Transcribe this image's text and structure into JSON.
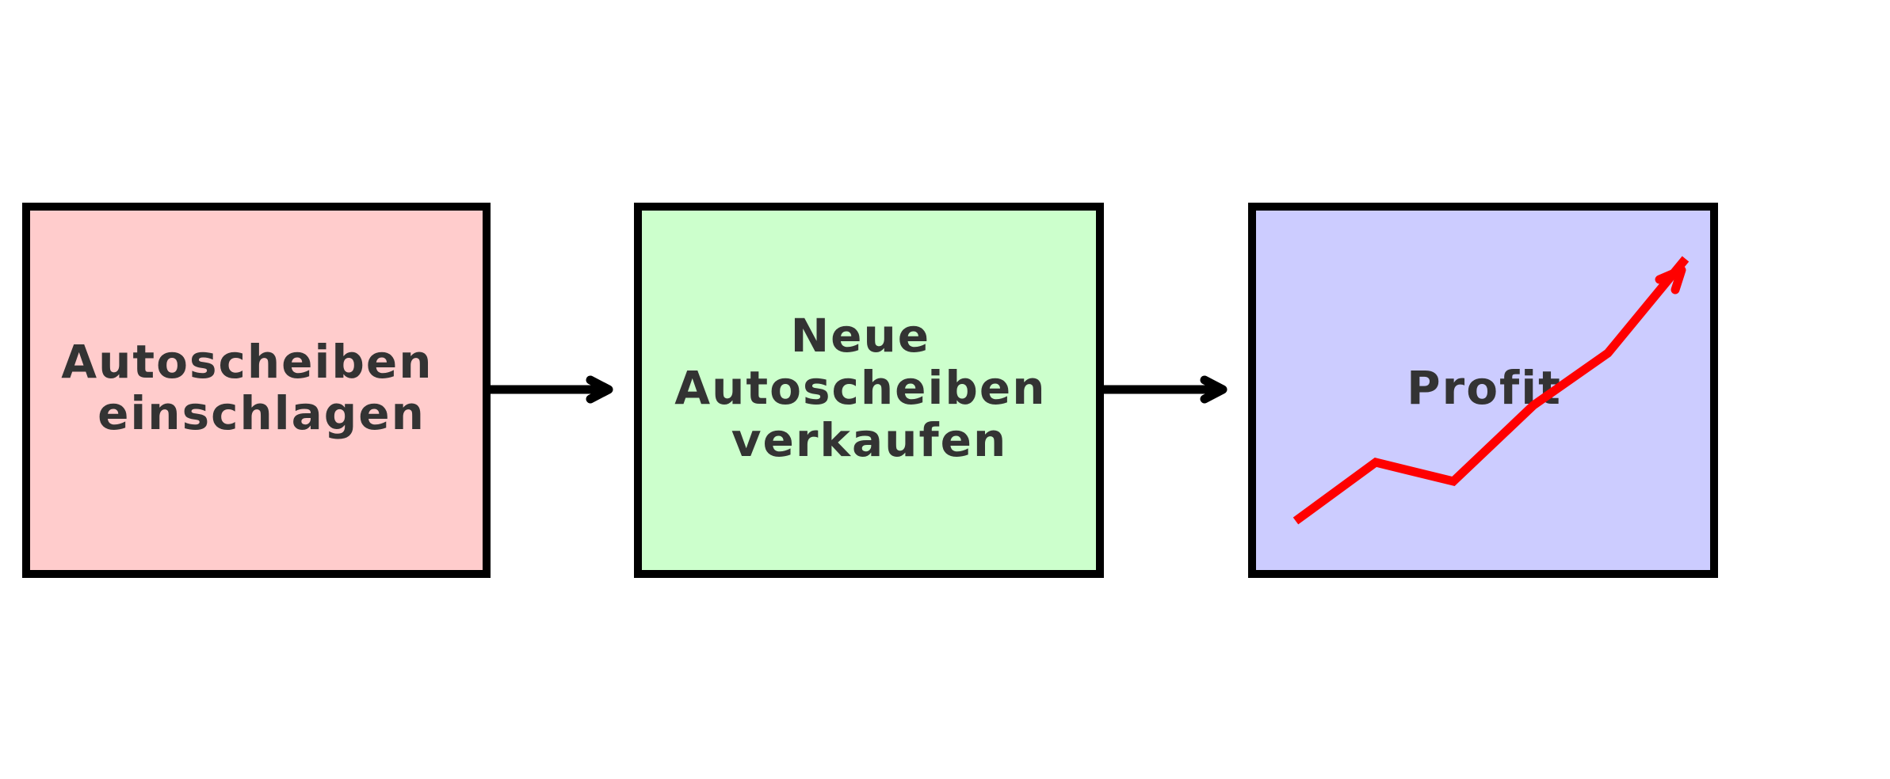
{
  "boxes": [
    {
      "id": "step-1",
      "lines": [
        "Autoscheiben",
        "einschlagen"
      ],
      "fill": "#ffcccc"
    },
    {
      "id": "step-2",
      "lines": [
        "Neue",
        "Autoscheiben",
        "verkaufen"
      ],
      "fill": "#ccffcc"
    },
    {
      "id": "step-3",
      "lines": [
        "Profit"
      ],
      "fill": "#ccccff"
    }
  ],
  "colors": {
    "border": "#000000",
    "text": "#333333",
    "arrow": "#000000",
    "trend_line": "#ff0000"
  },
  "icons": {
    "trend": "trend-up-icon",
    "arrow": "arrow-right-icon"
  }
}
